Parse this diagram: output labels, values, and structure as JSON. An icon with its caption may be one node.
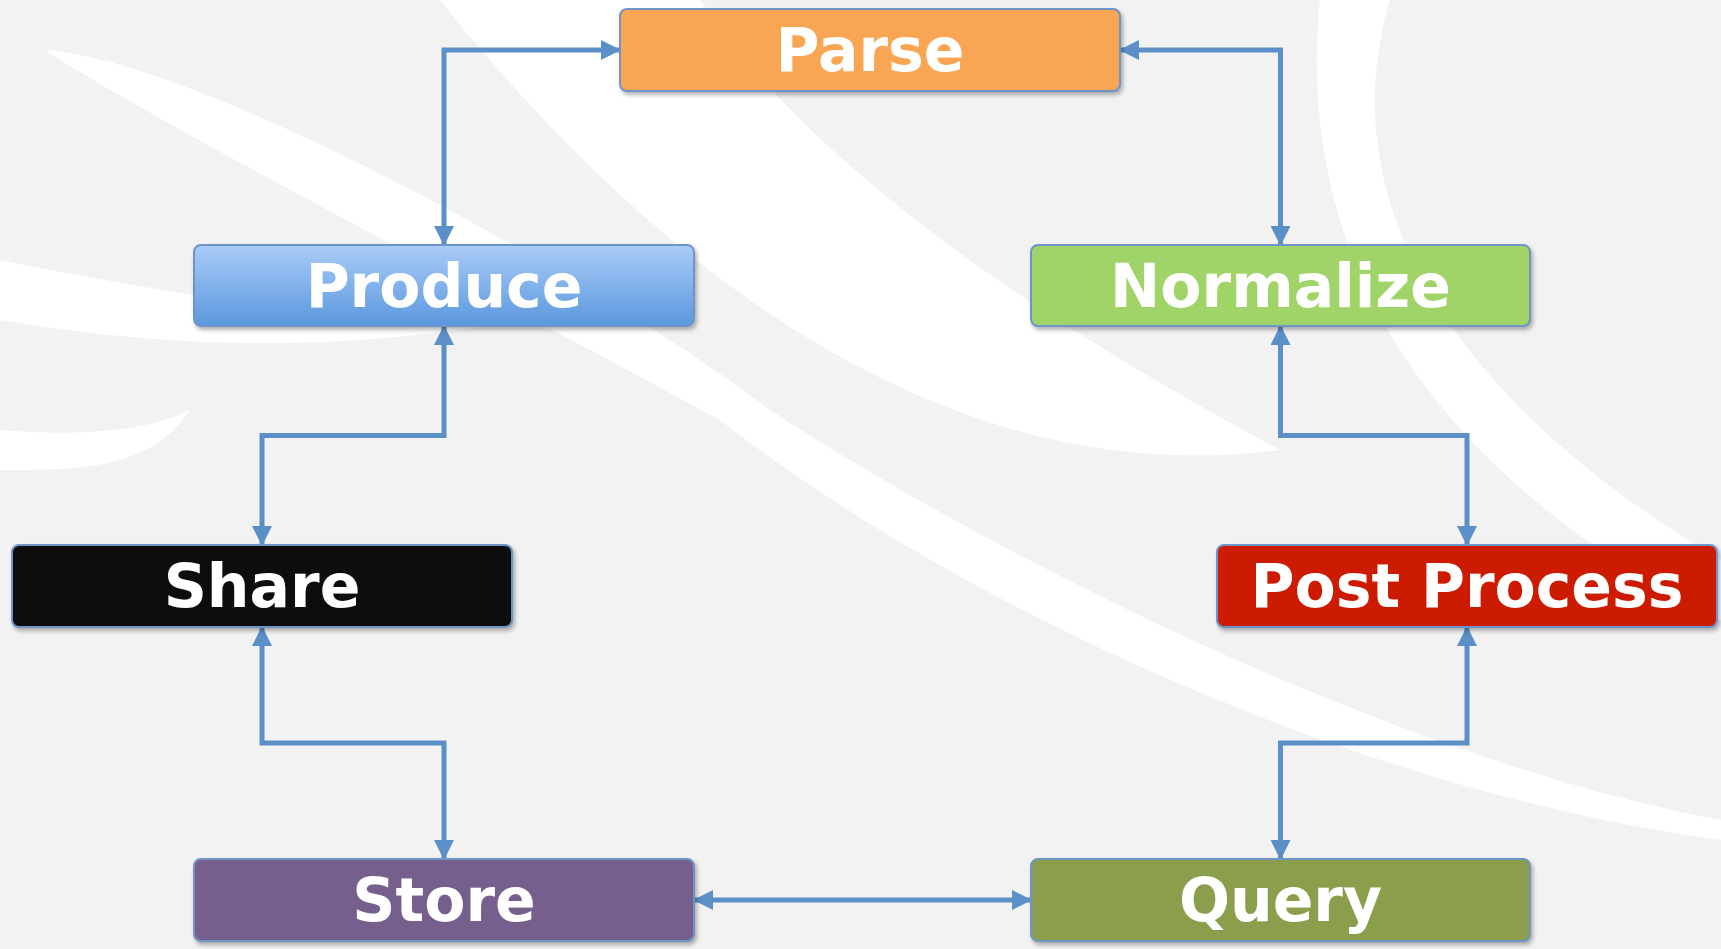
{
  "diagram": {
    "nodes": [
      {
        "text": [
          "Parse"
        ]
      },
      {
        "text": [
          "Produce"
        ]
      },
      {
        "text": [
          "Normalize"
        ]
      },
      {
        "text": [
          "Share"
        ]
      },
      {
        "text": [
          "Post Process"
        ]
      },
      {
        "text": [
          "Store"
        ]
      },
      {
        "text": [
          "Query"
        ]
      }
    ],
    "edges": [
      {
        "from": 1,
        "to": 0,
        "arrow": "both"
      },
      {
        "from": 0,
        "to": 2,
        "arrow": "both"
      },
      {
        "from": 1,
        "to": 3,
        "arrow": "both"
      },
      {
        "from": 2,
        "to": 4,
        "arrow": "both"
      },
      {
        "from": 3,
        "to": 5,
        "arrow": "both"
      },
      {
        "from": 4,
        "to": 6,
        "arrow": "both"
      },
      {
        "from": 5,
        "to": 6,
        "arrow": "both"
      }
    ]
  }
}
